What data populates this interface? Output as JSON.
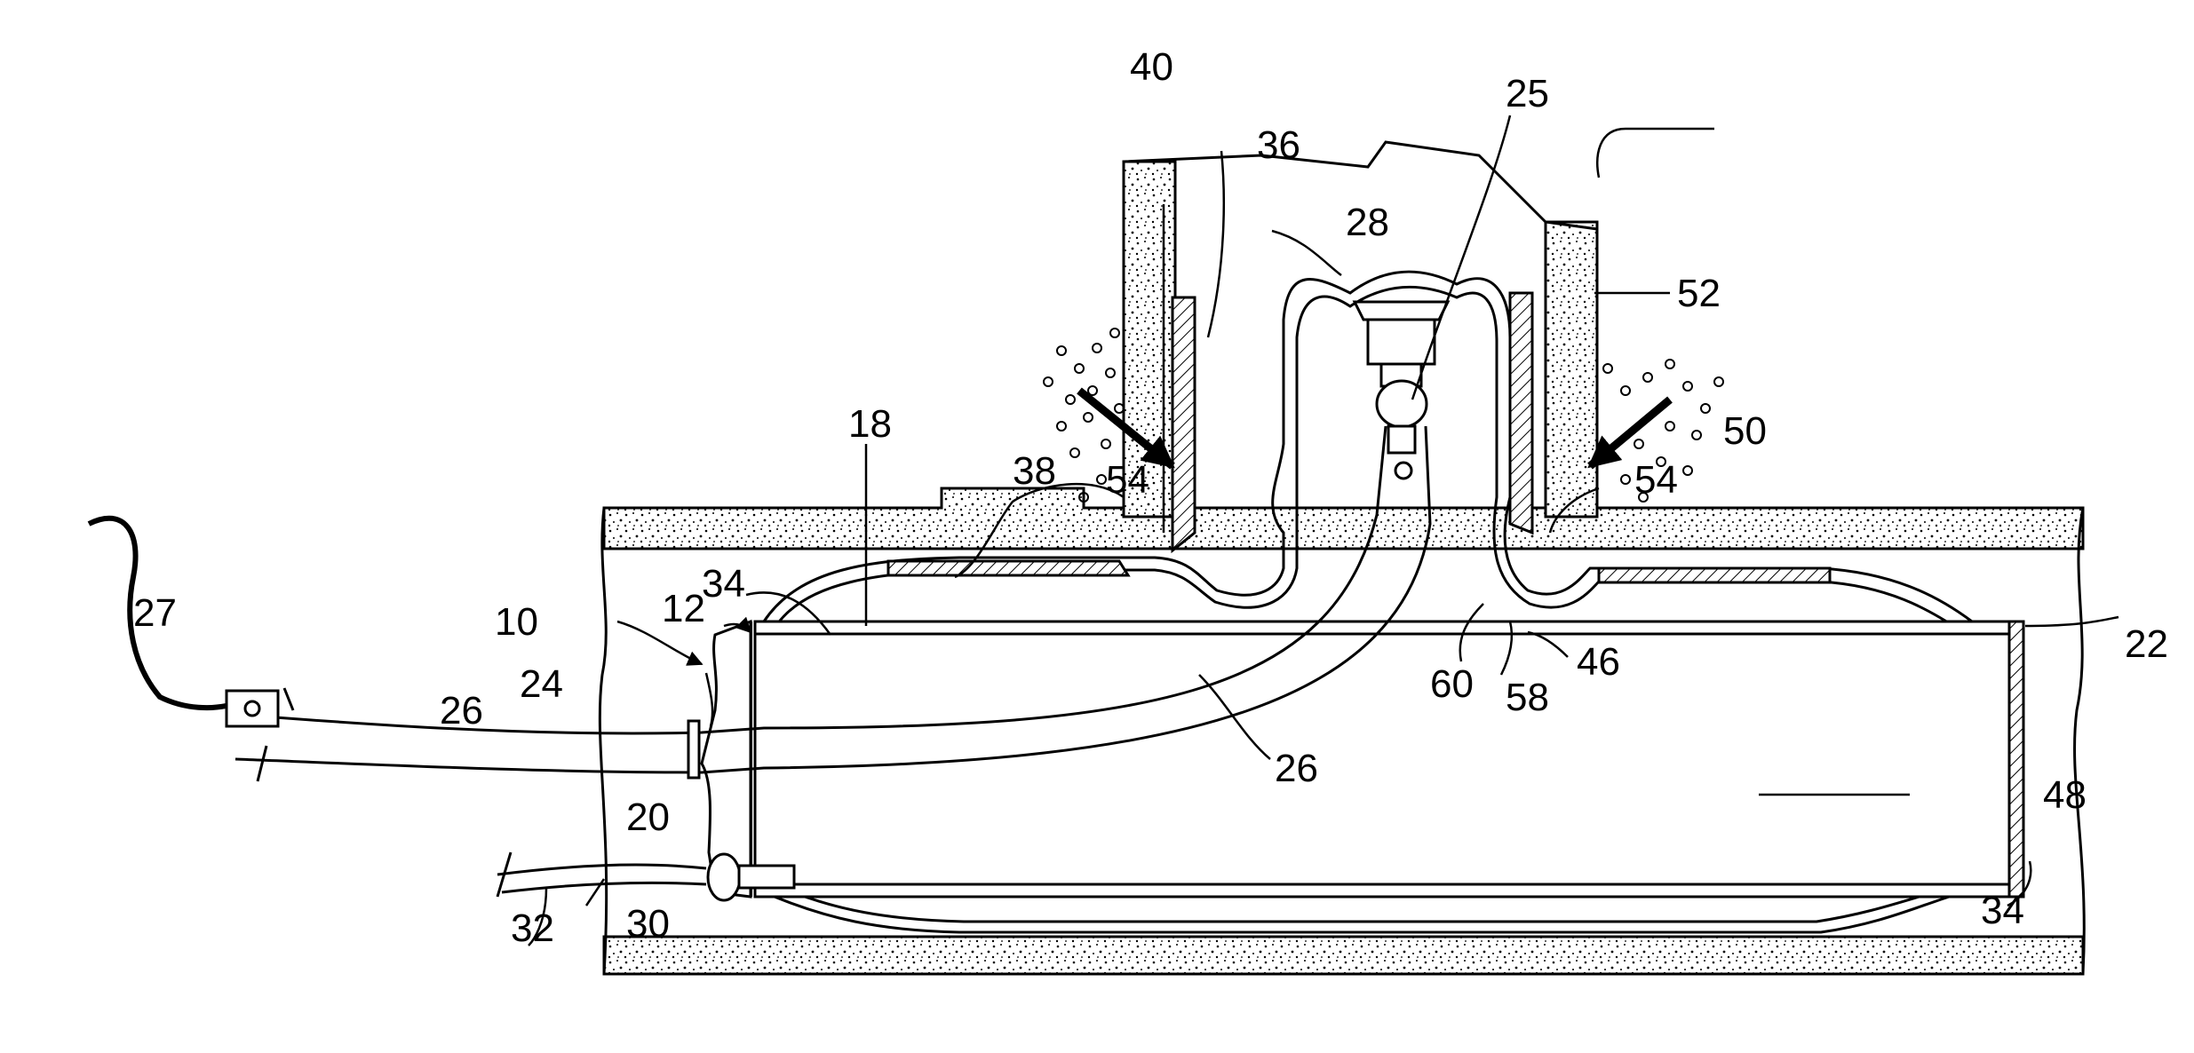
{
  "figure": {
    "labels": {
      "l10": "10",
      "l12": "12",
      "l18": "18",
      "l20": "20",
      "l22": "22",
      "l24": "24",
      "l25": "25",
      "l26a": "26",
      "l26b": "26",
      "l27": "27",
      "l28": "28",
      "l30": "30",
      "l32": "32",
      "l34a": "34",
      "l34b": "34",
      "l36": "36",
      "l38": "38",
      "l40": "40",
      "l46": "46",
      "l48": "48",
      "l50": "50",
      "l52": "52",
      "l54a": "54",
      "l54b": "54",
      "l58": "58",
      "l60": "60"
    }
  }
}
